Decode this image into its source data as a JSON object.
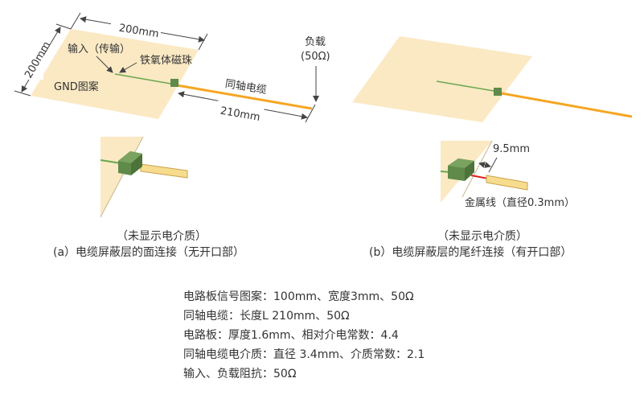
{
  "figure_a": {
    "dim_width": "200mm",
    "dim_depth": "200mm",
    "label_input": "输入（传输）",
    "label_ferrite": "铁氧体磁珠",
    "label_gnd": "GND图案",
    "label_coax": "同轴电缆",
    "dim_cable": "210mm",
    "label_load": "负载",
    "label_load_value": "(50Ω)",
    "note": "（未显示电介质）",
    "caption": "(a）电缆屏蔽层的面连接（无开口部）"
  },
  "figure_b": {
    "dim_gap": "9.5mm",
    "label_wire": "金属线（直径0.3mm）",
    "note": "（未显示电介质）",
    "caption": "(b）电缆屏蔽层的尾纤连接（有开口部）"
  },
  "specs": [
    "电路板信号图案：100mm、宽度3mm、50Ω",
    "同轴电缆：长度L 210mm、50Ω",
    "电路板：厚度1.6mm、相对介电常数：4.4",
    "同轴电缆电介质：直径 3.4mm、介质常数：2.1",
    "输入、负载阻抗：50Ω"
  ],
  "colors": {
    "board": "#fbe9c4",
    "trace": "#6aa84f",
    "bead": "#5f8a4a",
    "cable": "#f5a623",
    "wire": "#e02020",
    "dim": "#444444"
  }
}
